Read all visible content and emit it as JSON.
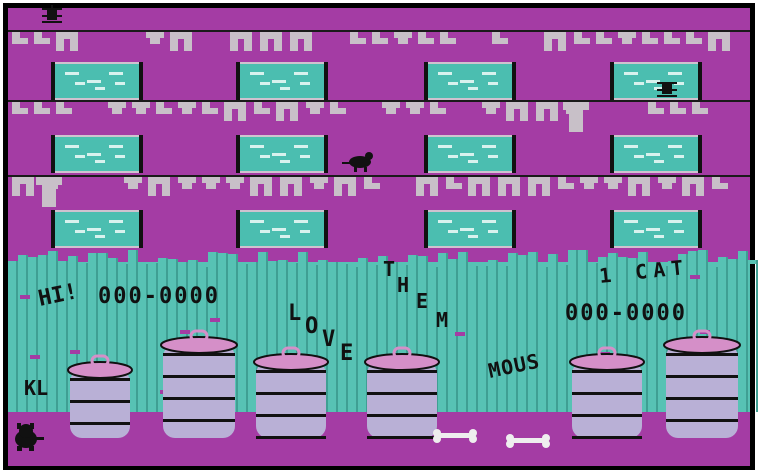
{
  "colors": {
    "background": "#a43ca4",
    "border": "#000000",
    "fence": "#57c2b4",
    "fence_shadow": "#3f9f93",
    "window_glass": "#4bbeb0",
    "window_frame": "#cfc2cf",
    "laundry": "#c8c0c8",
    "clothesline": "#1a1a1a",
    "can_body": "#b9b0d6",
    "can_band": "#111111",
    "can_lid": "#d58fc8",
    "graffiti": "#111111",
    "bone": "#eeeeee"
  },
  "hud": {
    "hi_label": "HI!",
    "hi_score": "000-0000",
    "player_label": "1 CAT",
    "player_score": "000-0000",
    "lives_label": "KL"
  },
  "graffiti": {
    "love": [
      "L",
      "O",
      "V",
      "E"
    ],
    "them": [
      "T",
      "H",
      "E",
      "M"
    ],
    "mous": "MOUS"
  },
  "sprites": {
    "mouse_icon": "mouse-icon",
    "spider_icon": "spider-icon",
    "cat_icon": "cat-icon",
    "bone_icon": "bone-icon"
  }
}
